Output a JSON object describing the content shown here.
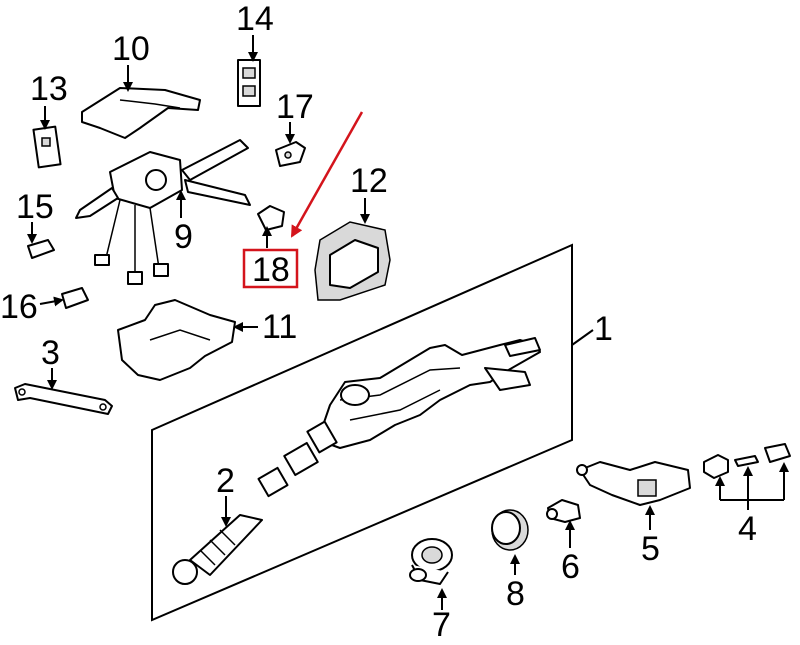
{
  "callouts": {
    "c1": "1",
    "c2": "2",
    "c3": "3",
    "c4": "4",
    "c5": "5",
    "c6": "6",
    "c7": "7",
    "c8": "8",
    "c9": "9",
    "c10": "10",
    "c11": "11",
    "c12": "12",
    "c13": "13",
    "c14": "14",
    "c15": "15",
    "c16": "16",
    "c17": "17",
    "c18": "18"
  },
  "highlight": {
    "target": "18",
    "box_color": "#d4141c",
    "arrow_color": "#d4141c"
  }
}
